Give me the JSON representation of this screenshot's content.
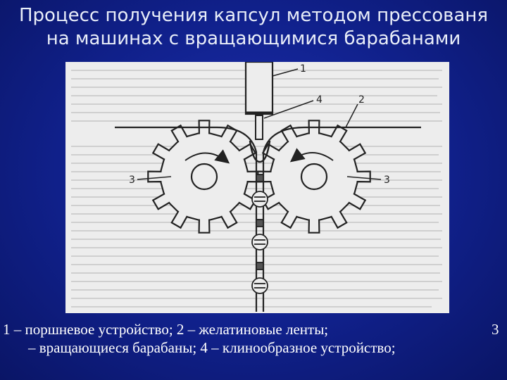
{
  "slide": {
    "title_line1": "Процесс получения капсул методом прессованя",
    "title_line2": "на машинах с вращающимися барабанами",
    "background_color": "#10208a",
    "text_color": "#ffffff"
  },
  "diagram": {
    "labels": {
      "l1": "1",
      "l2": "2",
      "l3_left": "3",
      "l3_right": "3",
      "l4": "4"
    }
  },
  "caption": {
    "line1": "1 – поршневое устройство; 2 – желатиновые ленты;",
    "line1_tail": "3",
    "line2": "– вращающиеся барабаны; 4 – клинообразное устройство;"
  }
}
